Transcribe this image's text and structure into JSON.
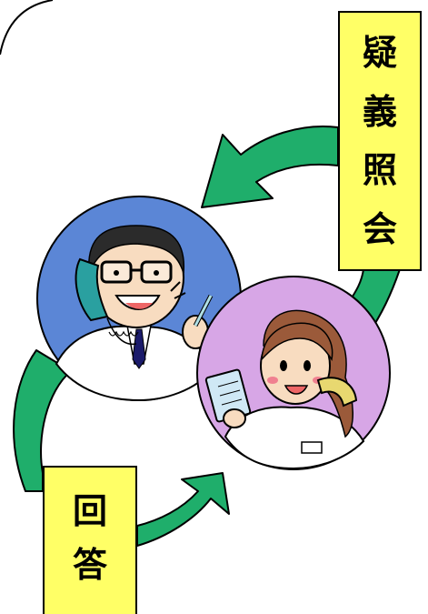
{
  "labels": {
    "inquiry": [
      "疑",
      "義",
      "照",
      "会"
    ],
    "answer": [
      "回",
      "答"
    ]
  },
  "colors": {
    "arrow": "#1fae6b",
    "label_background": "#ffff66",
    "doctor_circle": "#5b86d6",
    "pharmacist_circle": "#d7a6e6"
  },
  "illustrations": {
    "top": "doctor-on-phone",
    "bottom": "pharmacist-on-phone"
  }
}
